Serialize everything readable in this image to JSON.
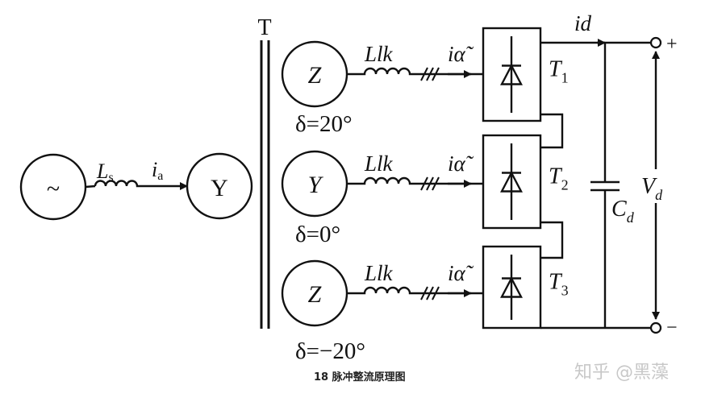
{
  "diagram": {
    "title": "18 脉冲整流原理图",
    "watermark": "知乎 @黑藻",
    "source": {
      "symbol": "~",
      "inductor_label": "L",
      "inductor_subscript": "s",
      "current_label": "i",
      "current_subscript": "a",
      "primary_winding": "Y"
    },
    "transformer_label": "T",
    "secondaries": [
      {
        "winding": "Z",
        "phase_shift": "δ=20°",
        "inductor": "Llk",
        "current": "iα̃",
        "rectifier": "T",
        "rectifier_index": "1"
      },
      {
        "winding": "Y",
        "phase_shift": "δ=0°",
        "inductor": "Llk",
        "current": "iα̃",
        "rectifier": "T",
        "rectifier_index": "2"
      },
      {
        "winding": "Z",
        "phase_shift": "δ=−20°",
        "inductor": "Llk",
        "current": "iα̃",
        "rectifier": "T",
        "rectifier_index": "3"
      }
    ],
    "dc_side": {
      "output_current": "id",
      "capacitor_label": "C",
      "capacitor_subscript": "d",
      "voltage_label": "V",
      "voltage_subscript": "d",
      "plus_terminal": "+",
      "minus_terminal": "−"
    }
  }
}
